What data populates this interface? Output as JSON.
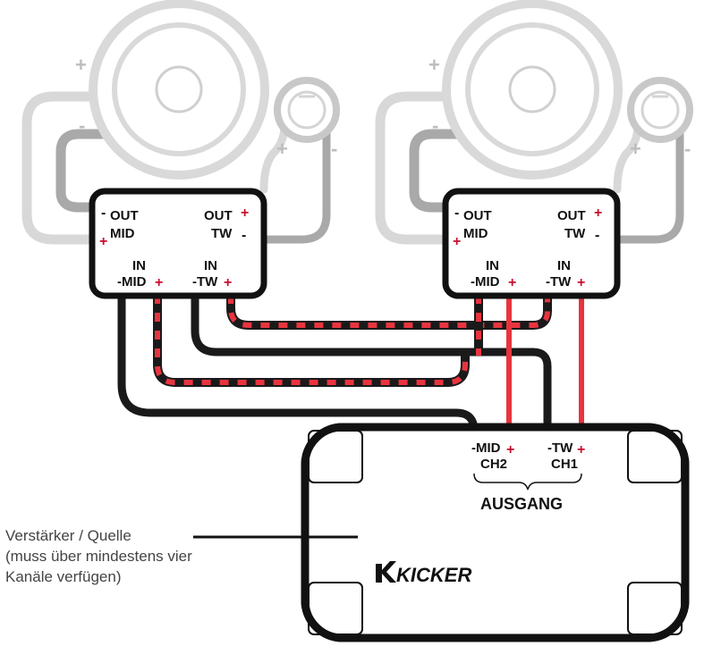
{
  "crossover": {
    "out_mid": "OUT",
    "mid": "MID",
    "out_tw": "OUT",
    "tw": "TW",
    "in_mid_top": "IN",
    "in_mid": "-MID",
    "in_tw_top": "IN",
    "in_tw": "-TW",
    "plus": "+",
    "minus": "-"
  },
  "speaker": {
    "plus": "+",
    "minus": "-"
  },
  "amplifier": {
    "mid_terminal": "-MID",
    "tw_terminal": "-TW",
    "ch2": "CH2",
    "ch1": "CH1",
    "plus": "+",
    "output_label": "AUSGANG",
    "brand": "KICKER",
    "description_line1": "Verstärker / Quelle",
    "description_line2": "(muss über mindestens vier",
    "description_line3": "Kanäle verfügen)"
  },
  "colors": {
    "wire_positive": "#e8343f",
    "wire_negative": "#1a1a1a",
    "speaker_wire": "#d8d8d8",
    "speaker_wire_dark": "#a9a9a9",
    "polarity_red": "#c8102e"
  }
}
